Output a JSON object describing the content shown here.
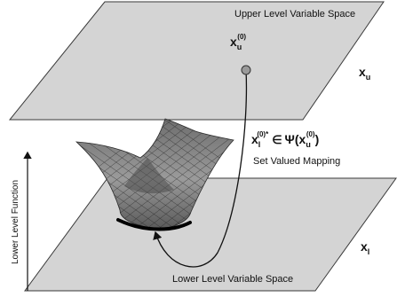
{
  "upper_plane": {
    "title": "Upper Level Variable Space",
    "point_label": {
      "base": "x",
      "sub": "u",
      "sup": "(0)"
    },
    "axis_label": {
      "base": "x",
      "sub": "u"
    }
  },
  "lower_plane": {
    "title": "Lower Level Variable Space",
    "axis_label": {
      "base": "x",
      "sub": "l"
    }
  },
  "mapping": {
    "formula": {
      "base": "x",
      "sub": "l",
      "sup": "(0)*",
      "relation": "∈",
      "func": "Ψ(x",
      "arg_sub": "u",
      "arg_sup": "(0)",
      "close": ")"
    },
    "caption": "Set Valued Mapping"
  },
  "vertical_axis": {
    "label": "Lower Level Function"
  },
  "colors": {
    "plane_fill": "#d4d4d4",
    "plane_stroke": "#3a3a3a",
    "point_fill": "#9a9a9a",
    "optimal_set": "#000000"
  }
}
